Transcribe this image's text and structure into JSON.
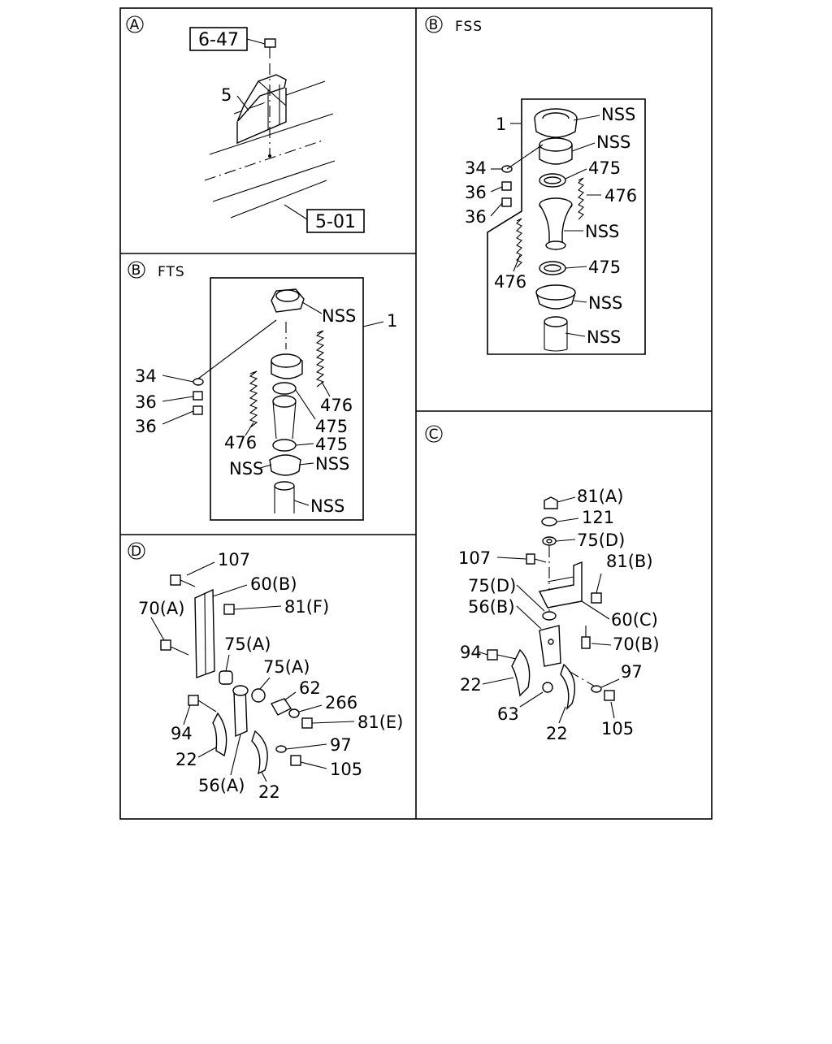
{
  "panels": {
    "A": {
      "id": "A",
      "labels": [
        "6-47",
        "5",
        "5-01"
      ]
    },
    "B_FSS": {
      "id": "B",
      "title": "FSS",
      "labels": [
        "1",
        "NSS",
        "NSS",
        "34",
        "36",
        "36",
        "475",
        "476",
        "NSS",
        "476",
        "475",
        "NSS",
        "NSS"
      ]
    },
    "B_FTS": {
      "id": "B",
      "title": "FTS",
      "labels": [
        "NSS",
        "1",
        "34",
        "36",
        "36",
        "476",
        "475",
        "476",
        "475",
        "NSS",
        "NSS",
        "NSS"
      ]
    },
    "C": {
      "id": "C",
      "labels": [
        "81(A)",
        "121",
        "75(D)",
        "107",
        "81(B)",
        "75(D)",
        "56(B)",
        "60(C)",
        "94",
        "70(B)",
        "97",
        "22",
        "63",
        "22",
        "105"
      ]
    },
    "D": {
      "id": "D",
      "labels": [
        "107",
        "60(B)",
        "70(A)",
        "81(F)",
        "75(A)",
        "75(A)",
        "62",
        "266",
        "94",
        "81(E)",
        "22",
        "97",
        "56(A)",
        "22",
        "105"
      ]
    }
  }
}
